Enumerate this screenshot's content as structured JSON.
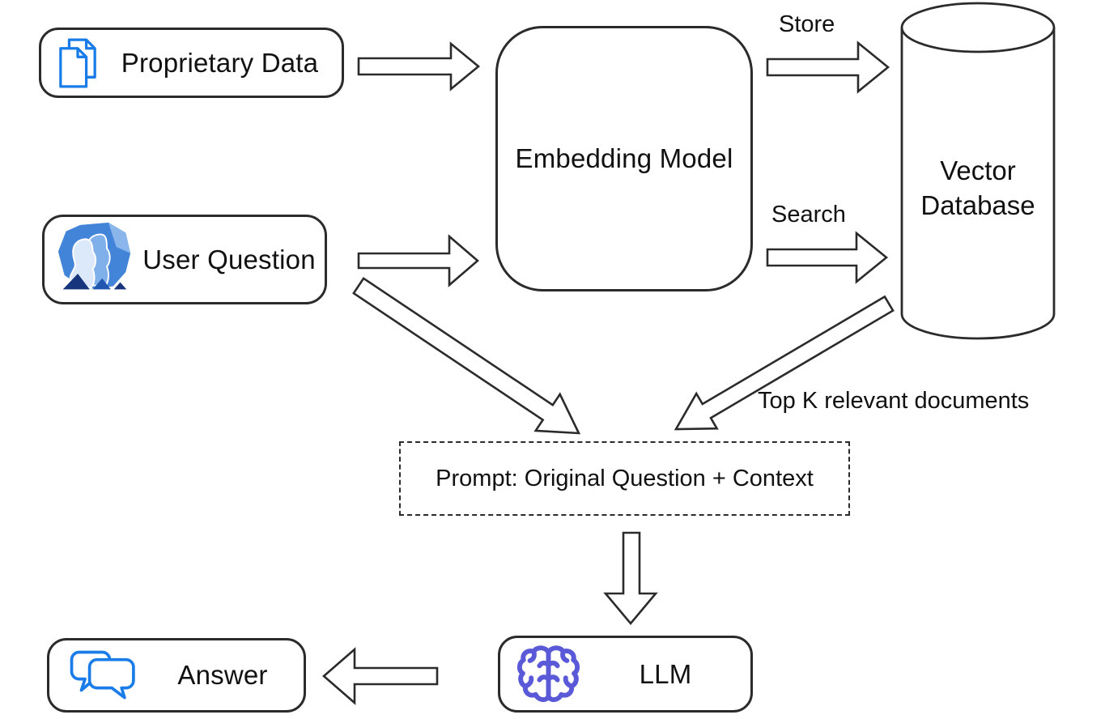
{
  "diagram": {
    "title": "RAG pipeline diagram",
    "nodes": {
      "proprietary_data": "Proprietary Data",
      "user_question": "User Question",
      "embedding_model": "Embedding Model",
      "vector_database_line1": "Vector",
      "vector_database_line2": "Database",
      "prompt": "Prompt: Original Question + Context",
      "llm": "LLM",
      "answer": "Answer"
    },
    "edge_labels": {
      "store": "Store",
      "search": "Search",
      "top_k": "Top K relevant documents"
    },
    "icons": {
      "proprietary_data": "documents-icon",
      "user_question": "users-icon",
      "llm": "brain-icon",
      "answer": "chat-bubbles-icon"
    },
    "colors": {
      "outline": "#2b2b2b",
      "doc_icon_blue": "#1a7ce8",
      "chat_icon_blue": "#1a7ce8",
      "brain_icon_purple": "#5a5ad8",
      "people_icon_blue": "#4285d8",
      "people_icon_dark_blue": "#16357d",
      "people_icon_light_blue": "#dbe9fa"
    }
  }
}
